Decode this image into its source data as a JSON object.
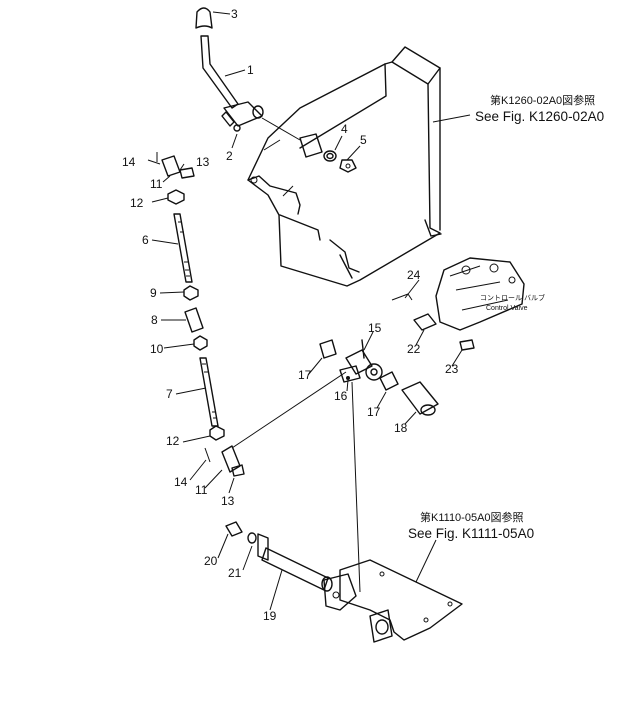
{
  "labels": {
    "p1": "1",
    "p2": "2",
    "p3": "3",
    "p4": "4",
    "p5": "5",
    "p6": "6",
    "p7": "7",
    "p8": "8",
    "p9": "9",
    "p10": "10",
    "p11a": "11",
    "p11b": "11",
    "p12a": "12",
    "p12b": "12",
    "p13a": "13",
    "p13b": "13",
    "p14a": "14",
    "p14b": "14",
    "p15": "15",
    "p16": "16",
    "p17a": "17",
    "p17b": "17",
    "p18": "18",
    "p19": "19",
    "p20": "20",
    "p21": "21",
    "p22": "22",
    "p23": "23",
    "p24": "24"
  },
  "refs": {
    "top_jp": "第K1260-02A0図参照",
    "top_en": "See Fig. K1260-02A0",
    "bottom_jp": "第K1110-05A0図参照",
    "bottom_en": "See Fig. K1111-05A0",
    "cv_jp": "コントロール バルブ",
    "cv_en": "Control Valve"
  }
}
